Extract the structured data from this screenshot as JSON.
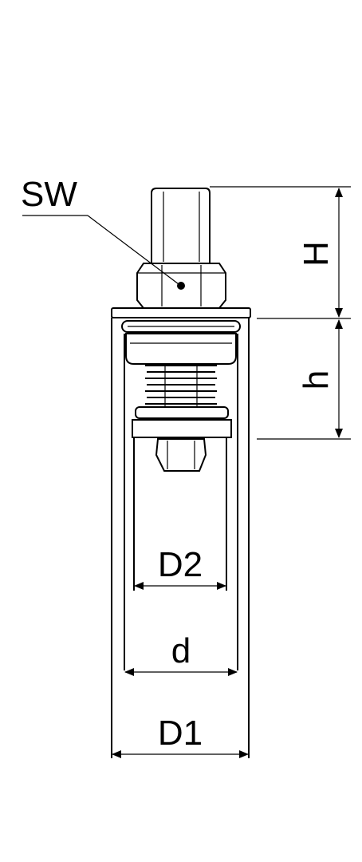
{
  "labels": {
    "wrench_size": "SW",
    "height_upper": "H",
    "height_lower": "h",
    "diameter_inner_small": "D2",
    "diameter_inner": "d",
    "diameter_outer": "D1"
  },
  "colors": {
    "line": "#000000",
    "background": "#ffffff"
  }
}
